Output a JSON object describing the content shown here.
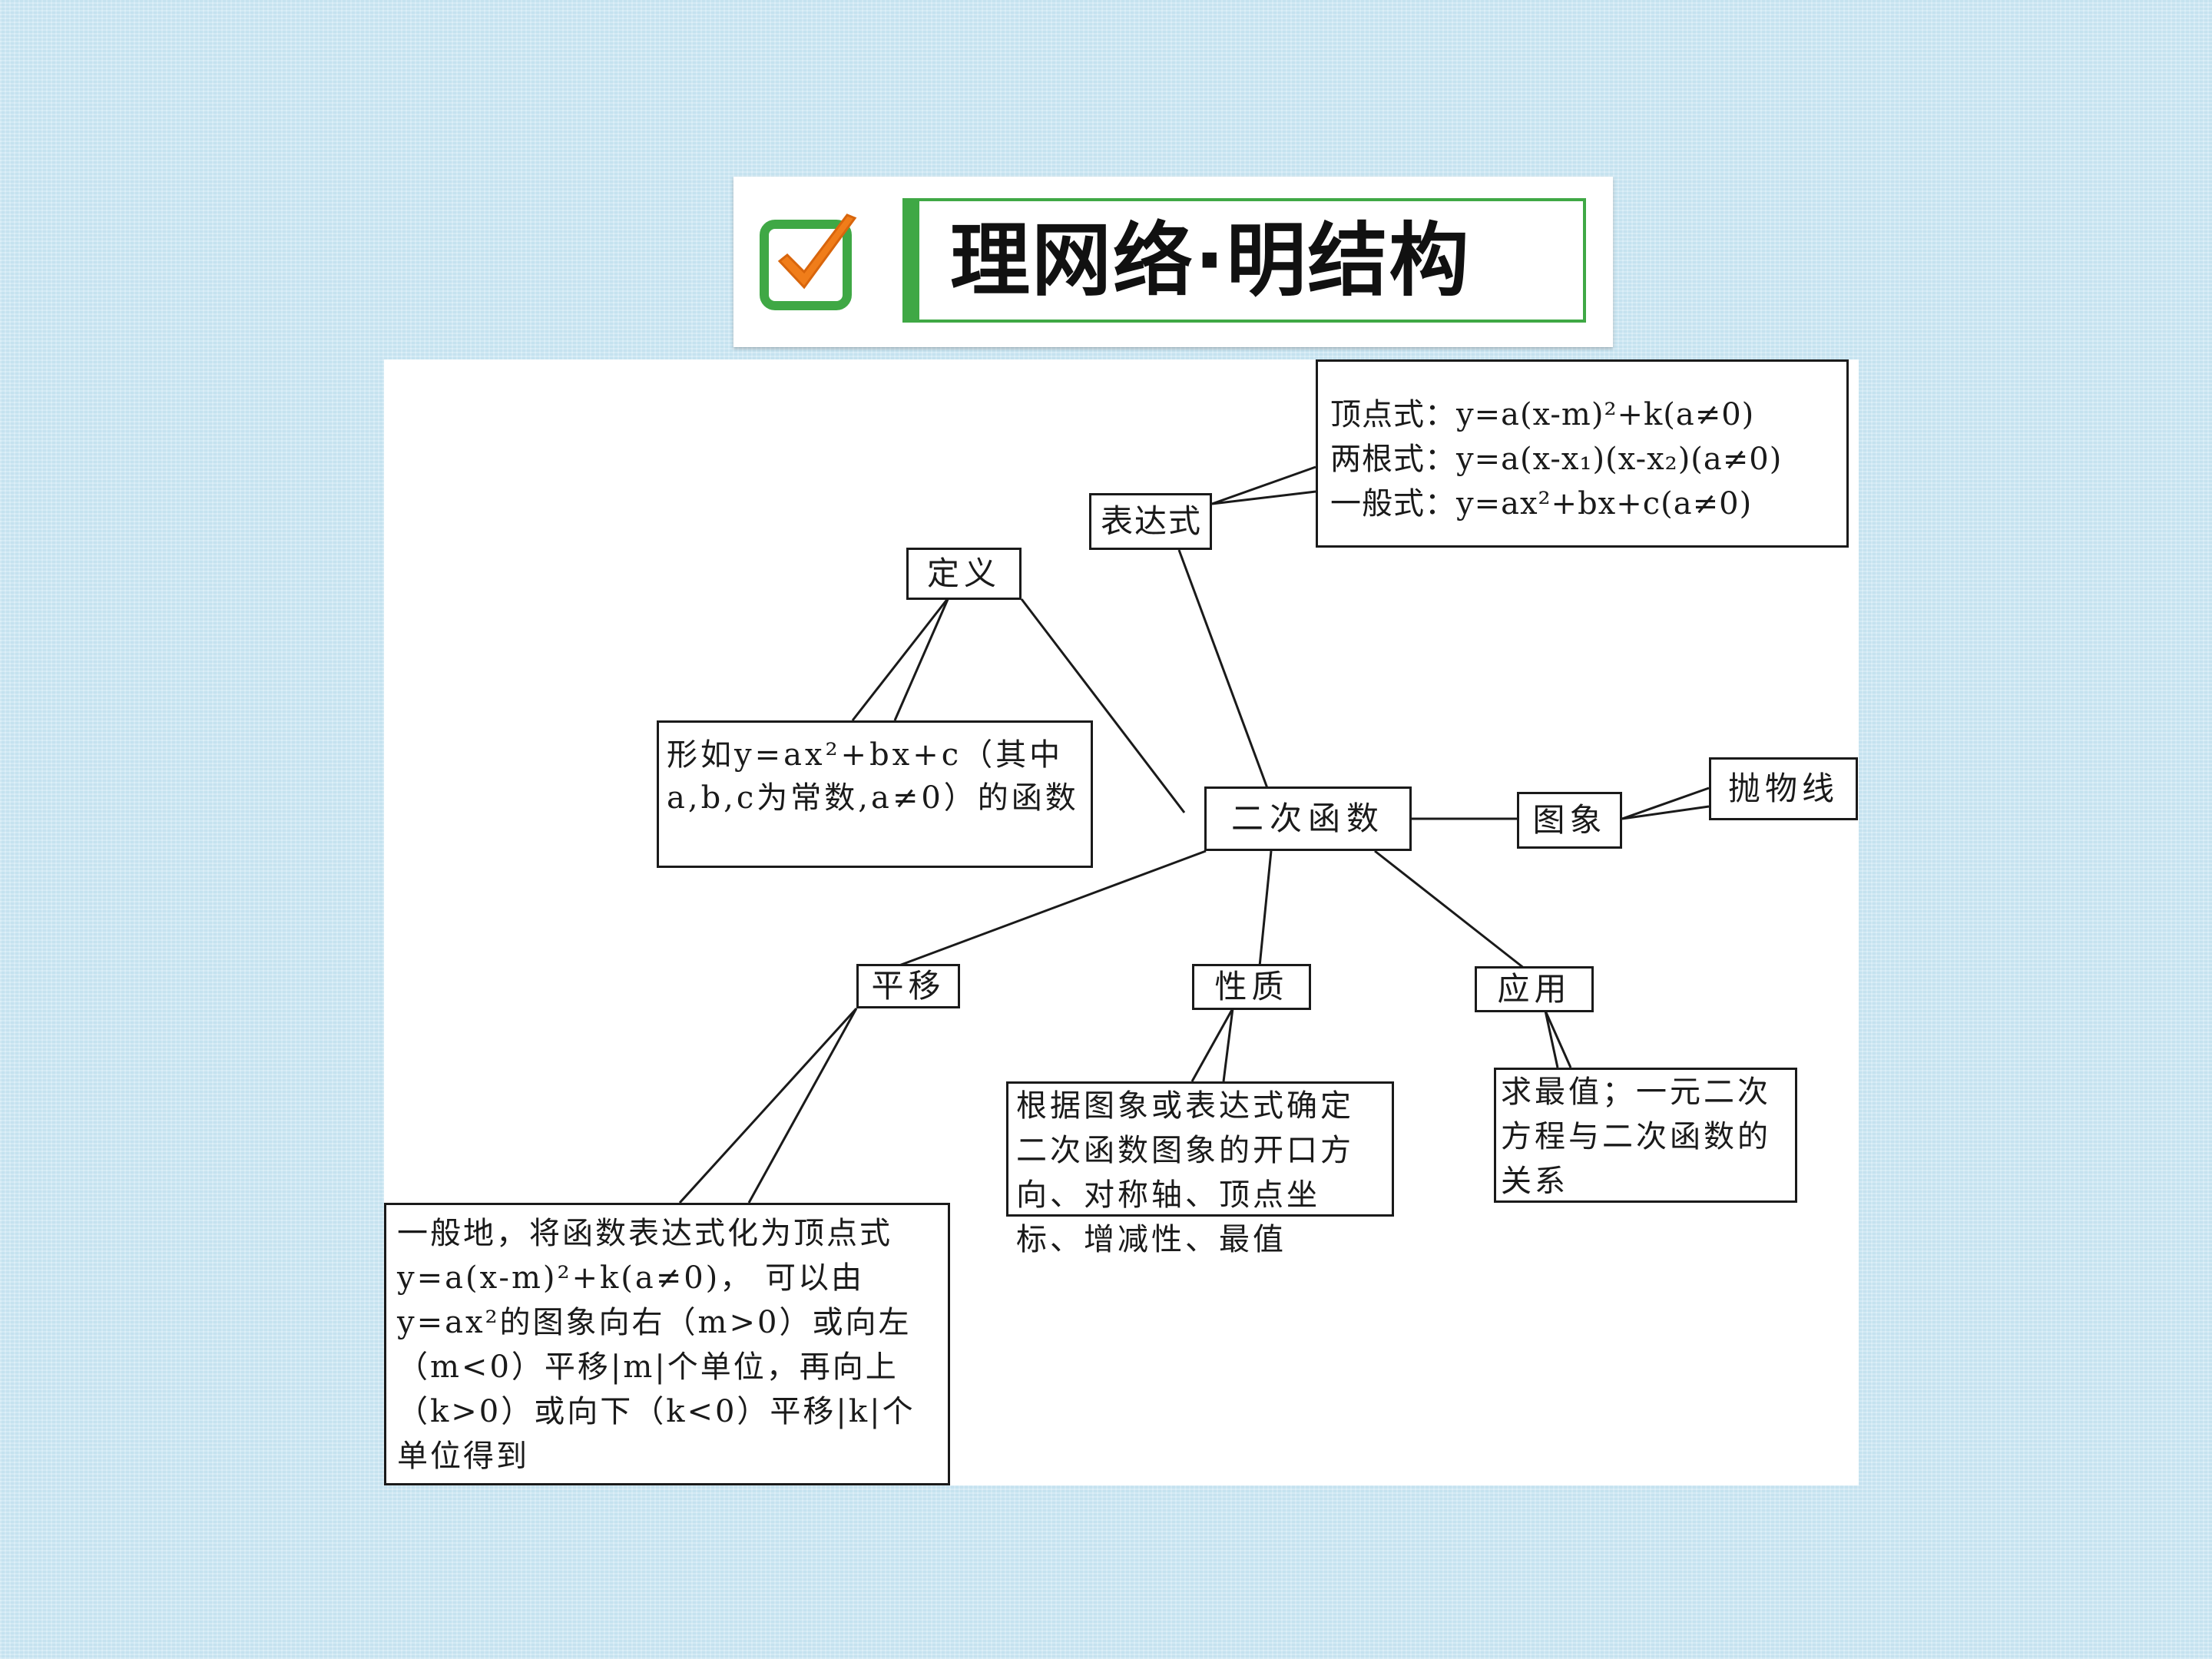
{
  "header": {
    "title": "理网络·明结构",
    "accent_green": "#3fa845",
    "check_orange": "#f07d1a"
  },
  "diagram": {
    "center": "二次函数",
    "expression": {
      "label": "表达式",
      "lines": [
        "顶点式：y=a(x-m)²+k(a≠0)",
        "两根式：y=a(x-x₁)(x-x₂)(a≠0)",
        "一般式：y=ax²+bx+c(a≠0)"
      ]
    },
    "definition": {
      "label": "定义",
      "text": "形如y=ax²+bx+c（其中a,b,c为常数,a≠0）的函数"
    },
    "graph": {
      "label": "图象",
      "text": "抛物线"
    },
    "translation": {
      "label": "平移",
      "text": "一般地，将函数表达式化为顶点式y=a(x-m)²+k(a≠0)， 可以由y=ax²的图象向右（m>0）或向左（m<0）平移|m|个单位，再向上（k>0）或向下（k<0）平移|k|个单位得到"
    },
    "property": {
      "label": "性质",
      "text": "根据图象或表达式确定二次函数图象的开口方向、对称轴、顶点坐标、增减性、最值"
    },
    "application": {
      "label": "应用",
      "text": "求最值；一元二次方程与二次函数的关系"
    }
  }
}
